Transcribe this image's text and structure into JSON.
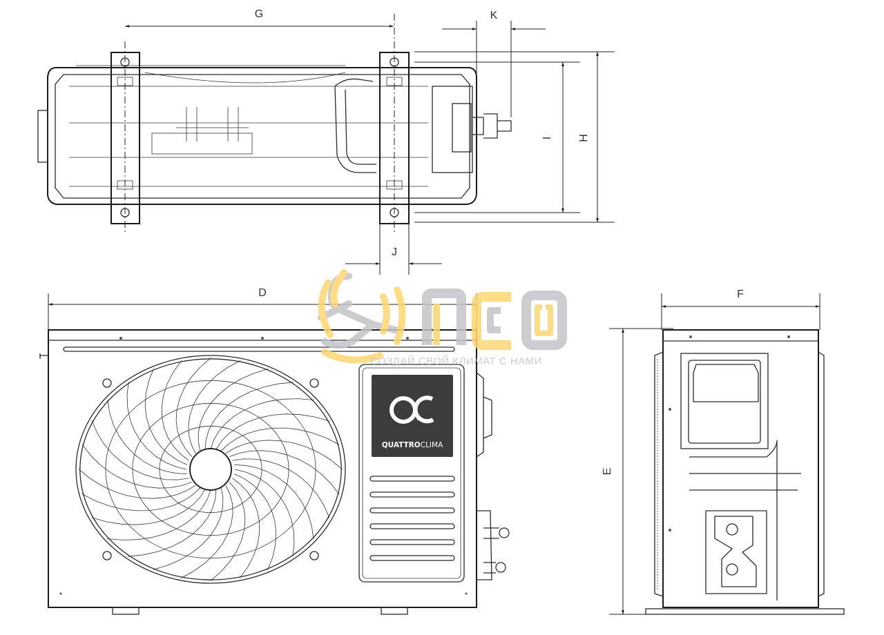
{
  "title": "Air conditioner dimension drawing",
  "dimensions": {
    "G": "G",
    "K": "K",
    "I": "I",
    "H": "H",
    "J": "J",
    "D": "D",
    "F": "F",
    "E": "E"
  },
  "brand_logo": {
    "mark": "QC",
    "name_bold": "QUATTRO",
    "name_light": "CLIMA",
    "background": "#3d3b3c"
  },
  "watermark": {
    "letters": "ПСО",
    "slogan": "СОЗДАЙ СВОЙ КЛИМАТ С НАМИ",
    "yellow": "#fcd672",
    "gray": "#c4c4c8"
  }
}
